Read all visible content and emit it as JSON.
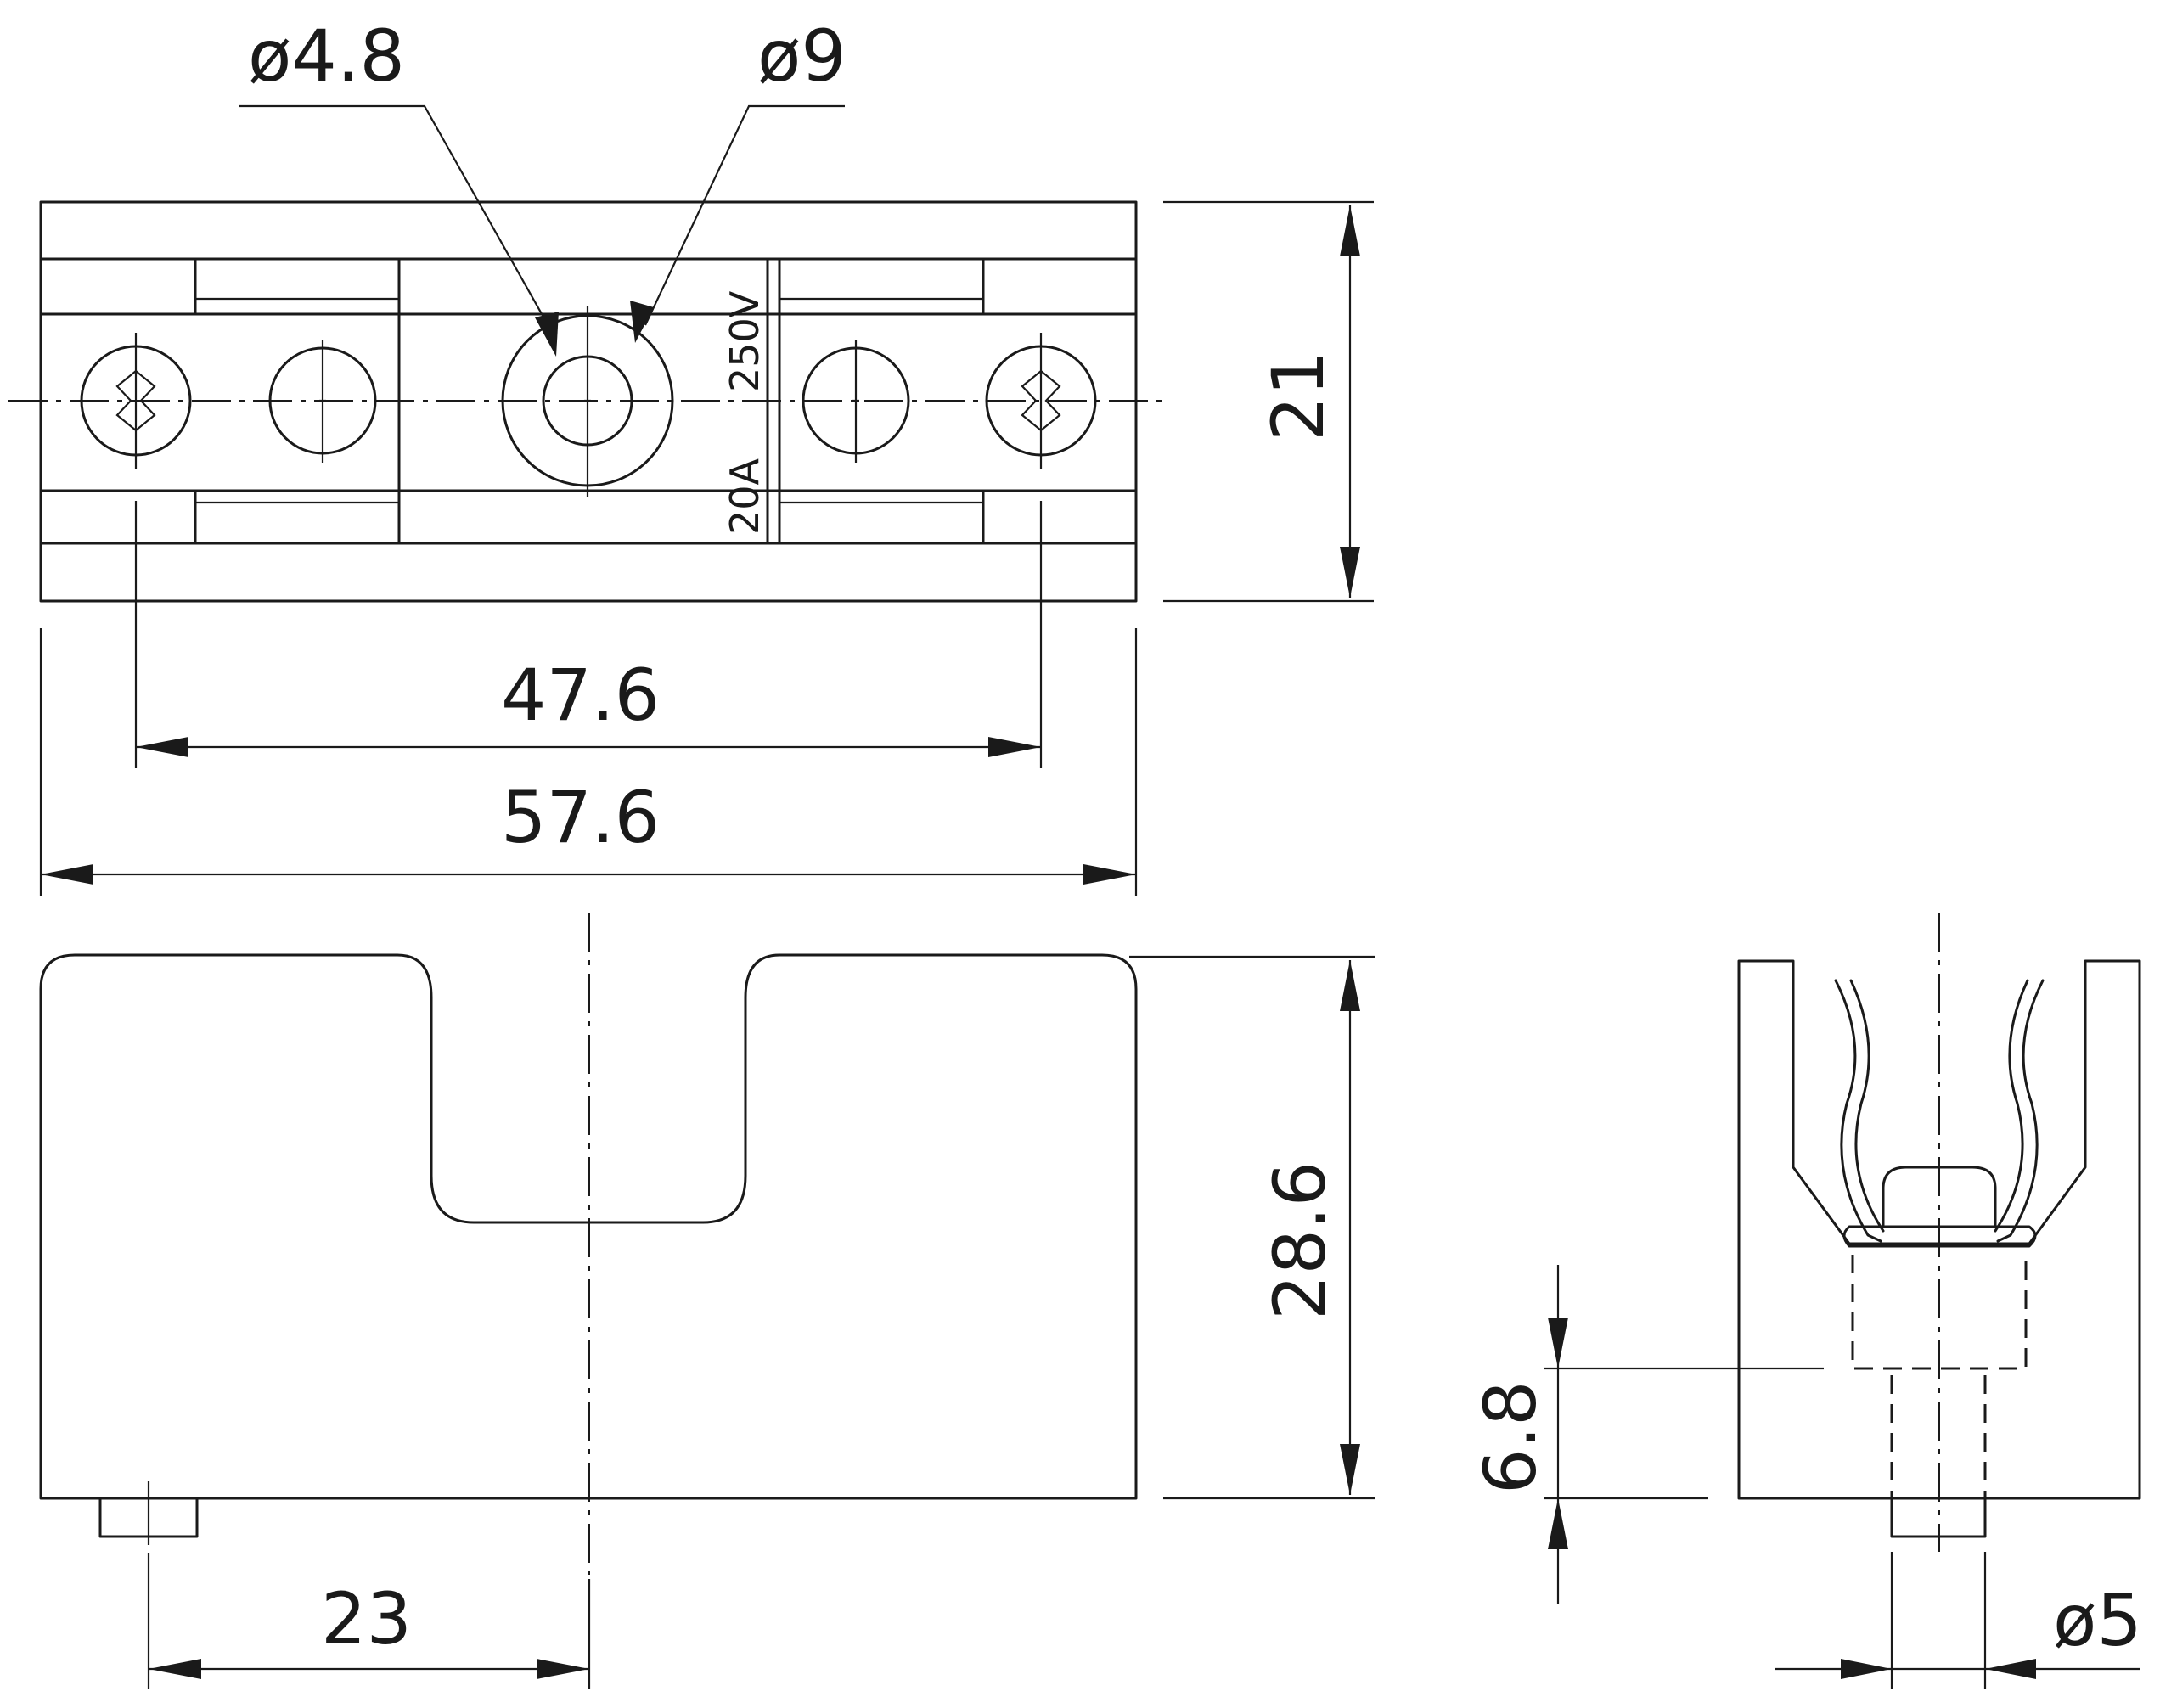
{
  "dimensions": {
    "hole_small_dia": "ø4.8",
    "hole_large_dia": "ø9",
    "height_top_view": "21",
    "screw_spacing": "47.6",
    "overall_length": "57.6",
    "overall_height": "28.6",
    "pin_offset": "23",
    "pin_length": "6.8",
    "pin_dia": "ø5"
  },
  "marking": {
    "voltage": "250V",
    "current": "20A"
  }
}
